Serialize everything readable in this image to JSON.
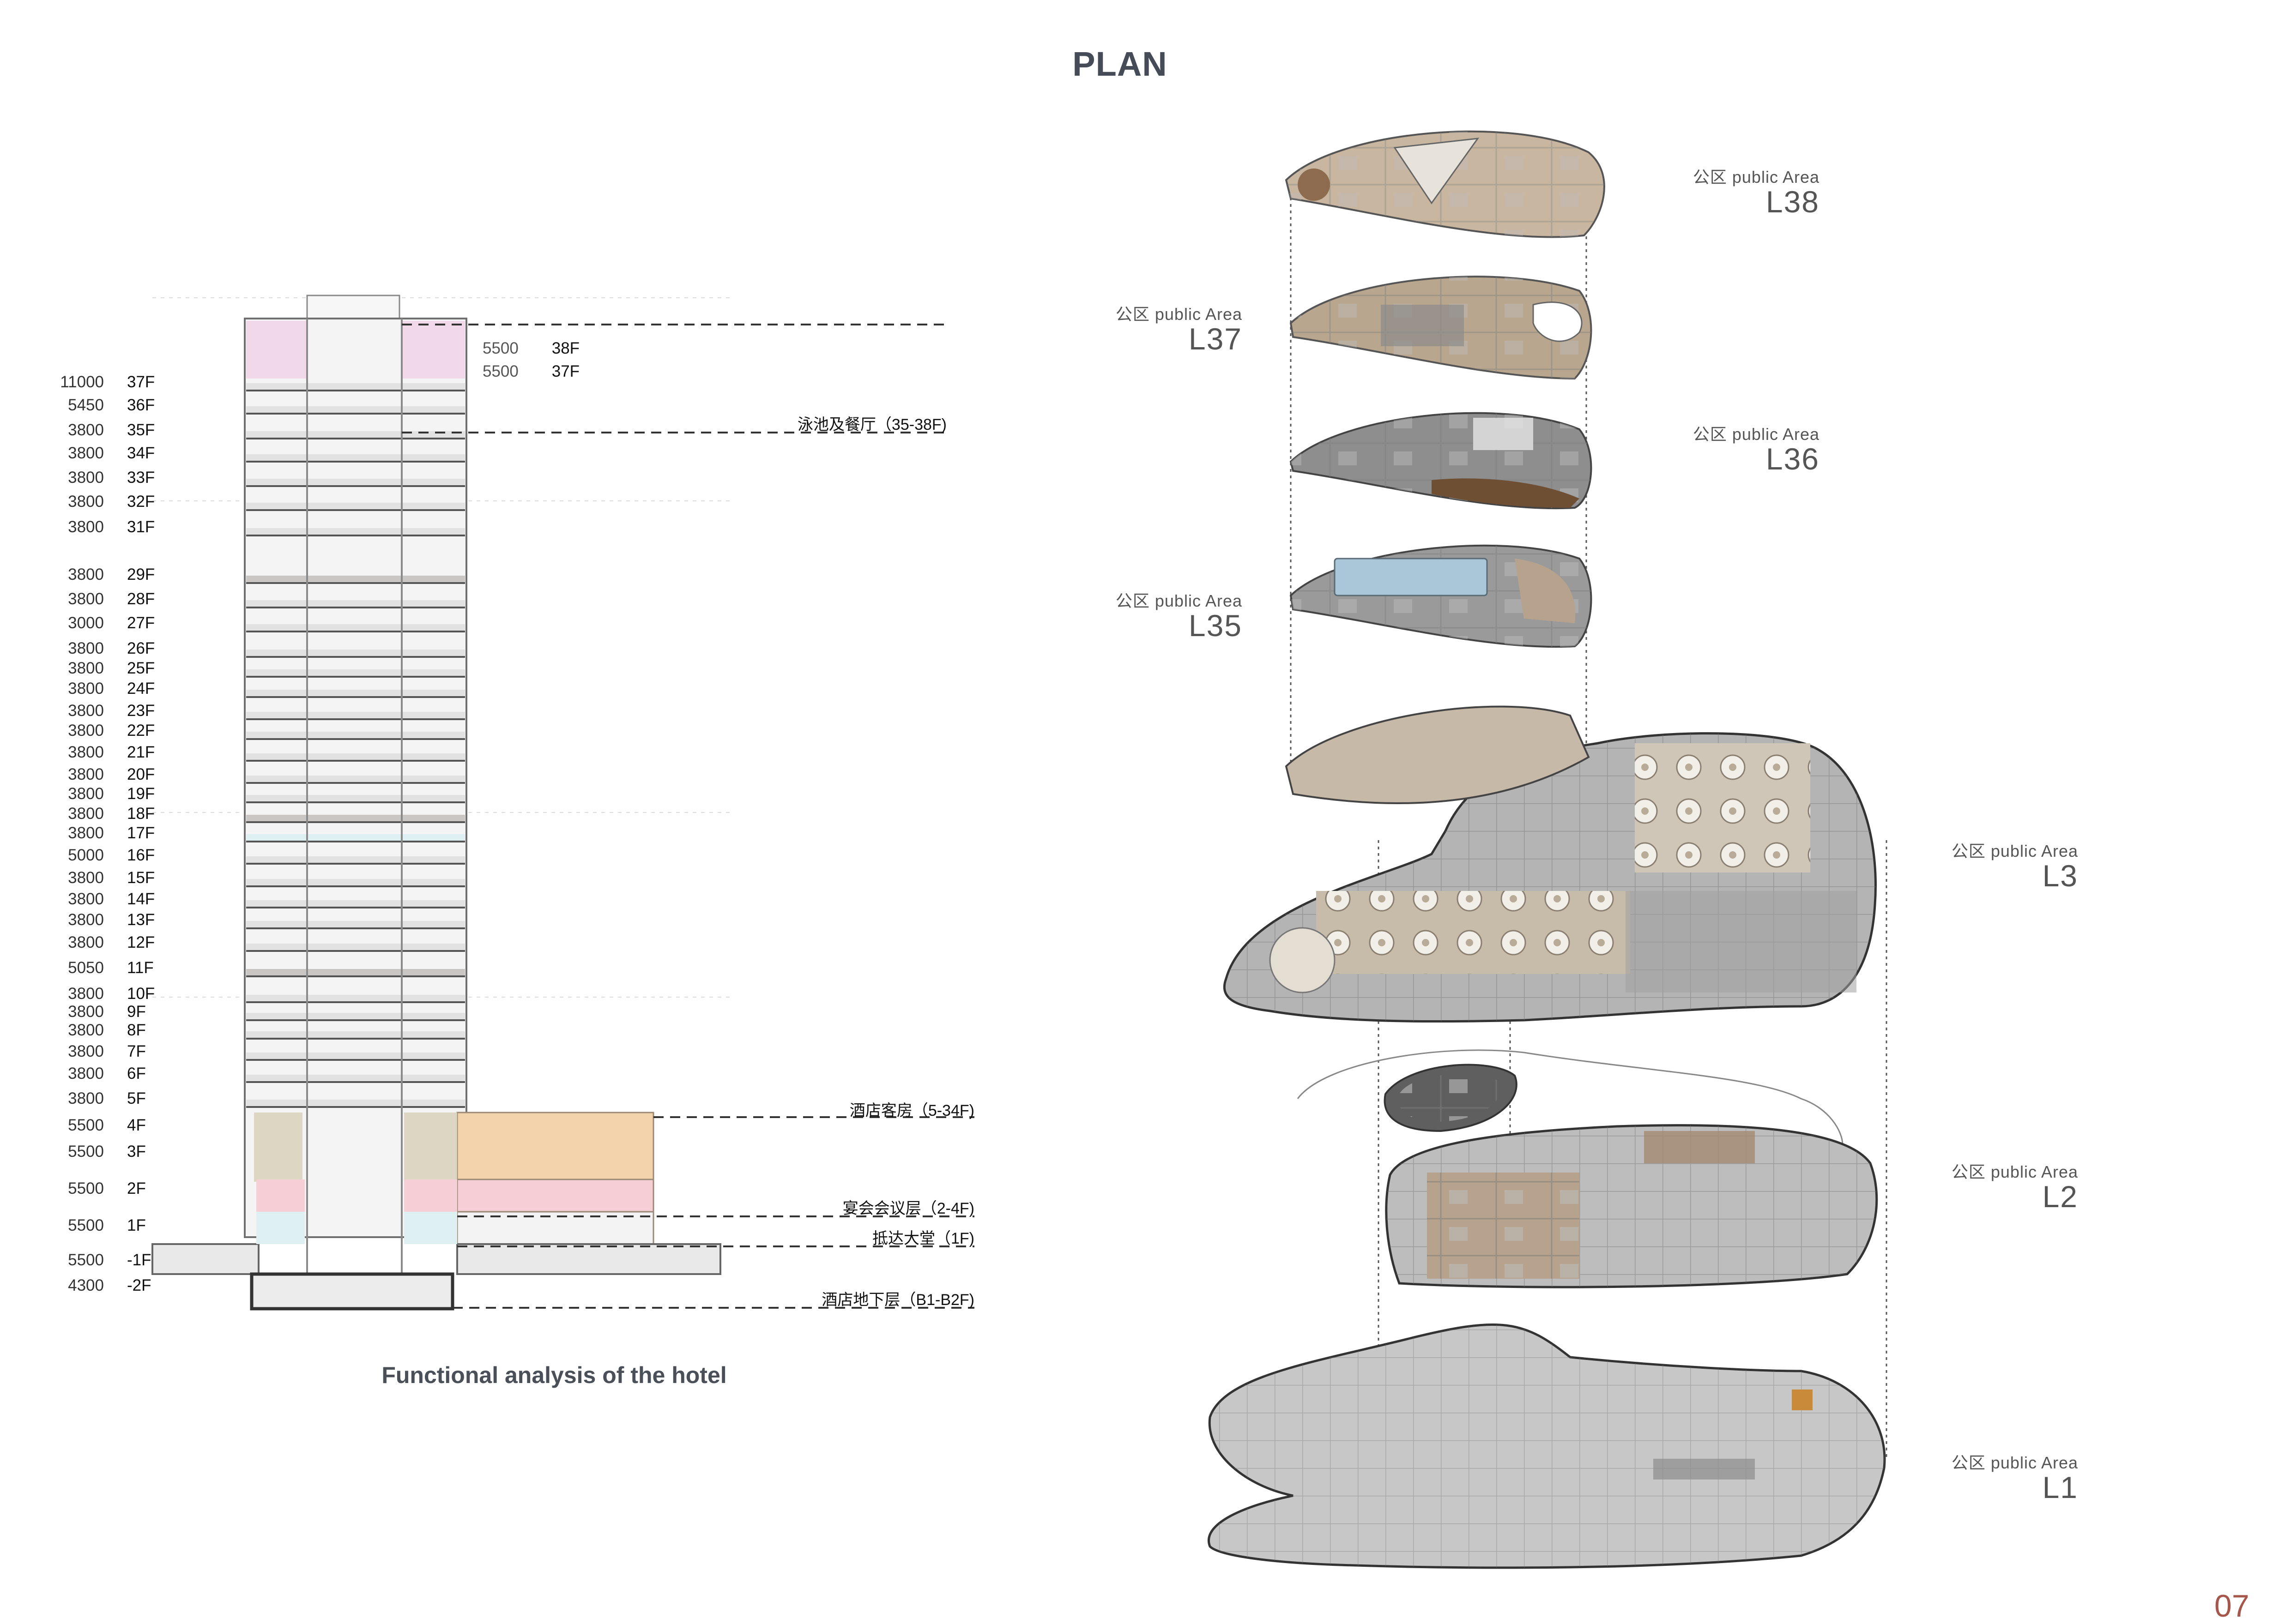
{
  "page": {
    "title": "PLAN",
    "caption": "Functional analysis of the hotel",
    "page_number": "07"
  },
  "section": {
    "top_floors": [
      {
        "height": "5500",
        "floor": "38F"
      },
      {
        "height": "5500",
        "floor": "37F"
      }
    ],
    "floors": [
      {
        "height": "11000",
        "floor": "37F"
      },
      {
        "height": "5450",
        "floor": "36F"
      },
      {
        "height": "3800",
        "floor": "35F"
      },
      {
        "height": "3800",
        "floor": "34F"
      },
      {
        "height": "3800",
        "floor": "33F"
      },
      {
        "height": "3800",
        "floor": "32F"
      },
      {
        "height": "3800",
        "floor": "31F"
      },
      {
        "height": "3800",
        "floor": "29F"
      },
      {
        "height": "3800",
        "floor": "28F"
      },
      {
        "height": "3000",
        "floor": "27F"
      },
      {
        "height": "3800",
        "floor": "26F"
      },
      {
        "height": "3800",
        "floor": "25F"
      },
      {
        "height": "3800",
        "floor": "24F"
      },
      {
        "height": "3800",
        "floor": "23F"
      },
      {
        "height": "3800",
        "floor": "22F"
      },
      {
        "height": "3800",
        "floor": "21F"
      },
      {
        "height": "3800",
        "floor": "20F"
      },
      {
        "height": "3800",
        "floor": "19F"
      },
      {
        "height": "3800",
        "floor": "18F"
      },
      {
        "height": "3800",
        "floor": "17F"
      },
      {
        "height": "5000",
        "floor": "16F"
      },
      {
        "height": "3800",
        "floor": "15F"
      },
      {
        "height": "3800",
        "floor": "14F"
      },
      {
        "height": "3800",
        "floor": "13F"
      },
      {
        "height": "3800",
        "floor": "12F"
      },
      {
        "height": "5050",
        "floor": "11F"
      },
      {
        "height": "3800",
        "floor": "10F"
      },
      {
        "height": "3800",
        "floor": "9F"
      },
      {
        "height": "3800",
        "floor": "8F"
      },
      {
        "height": "3800",
        "floor": "7F"
      },
      {
        "height": "3800",
        "floor": "6F"
      },
      {
        "height": "3800",
        "floor": "5F"
      },
      {
        "height": "5500",
        "floor": "4F"
      },
      {
        "height": "5500",
        "floor": "3F"
      },
      {
        "height": "5500",
        "floor": "2F"
      },
      {
        "height": "5500",
        "floor": "1F"
      },
      {
        "height": "5500",
        "floor": "-1F"
      },
      {
        "height": "4300",
        "floor": "-2F"
      }
    ],
    "functions": [
      {
        "label": "泳池及餐厅（35-38F)"
      },
      {
        "label": "酒店客房（5-34F)"
      },
      {
        "label": "宴会会议层（2-4F)"
      },
      {
        "label": "抵达大堂（1F)"
      },
      {
        "label": "酒店地下层（B1-B2F)"
      }
    ],
    "colors": {
      "pool_dining": "#f0d4e6",
      "banquet": "#f6cfd6",
      "conference": "#f3d3ac",
      "lobby": "#dff0f2",
      "refuge": "#c9c6c3",
      "guest_rooms": "#ededed"
    }
  },
  "plans": {
    "levels": [
      {
        "sub": "公区 public Area",
        "level": "L38"
      },
      {
        "sub": "公区 public Area",
        "level": "L37"
      },
      {
        "sub": "公区 public Area",
        "level": "L36"
      },
      {
        "sub": "公区 public Area",
        "level": "L35"
      },
      {
        "sub": "公区 public Area",
        "level": "L3"
      },
      {
        "sub": "公区 public Area",
        "level": "L2"
      },
      {
        "sub": "公区 public Area",
        "level": "L1"
      }
    ],
    "colors": {
      "floor_warm": "#b7a38d",
      "floor_grey": "#9d9d9d",
      "floor_light": "#d0d0d0",
      "pool": "#a9c7d8",
      "wood": "#7a5a3e"
    }
  }
}
